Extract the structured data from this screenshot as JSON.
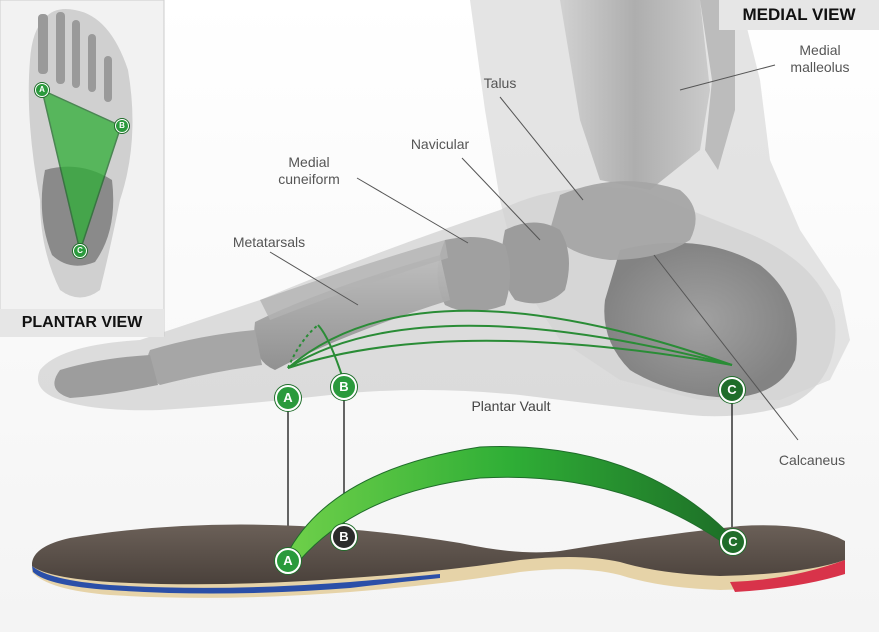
{
  "panels": {
    "medial_view_title": "MEDIAL VIEW",
    "plantar_view_title": "PLANTAR VIEW"
  },
  "labels": {
    "medial_malleolus": "Medial\nmalleolus",
    "talus": "Talus",
    "navicular": "Navicular",
    "medial_cuneiform": "Medial\ncuneiform",
    "metatarsals": "Metatarsals",
    "calcaneus": "Calcaneus",
    "plantar_vault": "Plantar Vault"
  },
  "markers": {
    "a": "A",
    "b": "B",
    "c": "C"
  },
  "colors": {
    "arch_green": "#2a9a3c",
    "arch_dark": "#1f6d2a",
    "bone_gray": "#9a9a9a",
    "insole_top": "#5a504a",
    "insole_base": "#e6d3a8",
    "insole_blue": "#2b4fa8",
    "insole_red": "#d8334a"
  }
}
